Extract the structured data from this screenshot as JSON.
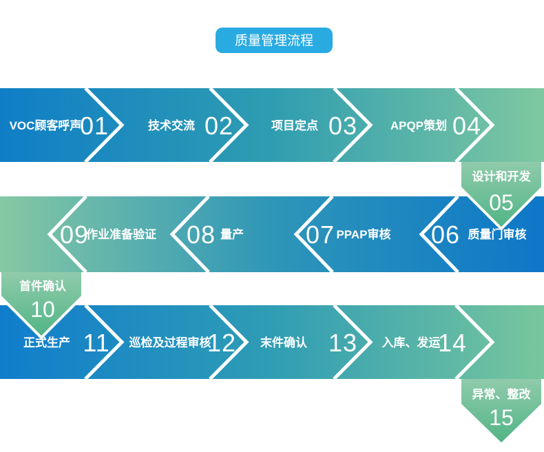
{
  "title": "质量管理流程",
  "colors": {
    "title_bg": "#29abe2",
    "row1_left": "#0f7ec6",
    "row1_mid": "#2f9db1",
    "row1_right": "#7fc8a1",
    "row2_left": "#85c8a4",
    "row2_mid": "#2e96b8",
    "row2_right": "#0d77c8",
    "row3_left": "#107dcc",
    "row3_mid": "#2f9db4",
    "row3_right": "#78c69d",
    "pent_top": "#90cbac",
    "pent_bottom": "#4fb484",
    "text": "#ffffff"
  },
  "flow": {
    "rows": [
      {
        "name": "row-1",
        "direction": "left-to-right",
        "steps": [
          {
            "num": "01",
            "label": "VOC顾客呼声"
          },
          {
            "num": "02",
            "label": "技术交流"
          },
          {
            "num": "03",
            "label": "项目定点"
          },
          {
            "num": "04",
            "label": "APQP策划"
          }
        ]
      },
      {
        "name": "row-2",
        "direction": "right-to-left",
        "steps": [
          {
            "num": "06",
            "label": "质量门审核"
          },
          {
            "num": "07",
            "label": "PPAP审核"
          },
          {
            "num": "08",
            "label": "量产"
          },
          {
            "num": "09",
            "label": "作业准备验证"
          }
        ]
      },
      {
        "name": "row-3",
        "direction": "left-to-right",
        "steps": [
          {
            "num": "11",
            "label": "正式生产"
          },
          {
            "num": "12",
            "label": "巡检及过程审核"
          },
          {
            "num": "13",
            "label": "末件确认"
          },
          {
            "num": "14",
            "label": "入库、发运"
          }
        ]
      }
    ],
    "connectors": [
      {
        "num": "05",
        "label": "设计和开发",
        "side": "right"
      },
      {
        "num": "10",
        "label": "首件确认",
        "side": "left"
      },
      {
        "num": "15",
        "label": "异常、整改",
        "side": "right"
      }
    ]
  }
}
